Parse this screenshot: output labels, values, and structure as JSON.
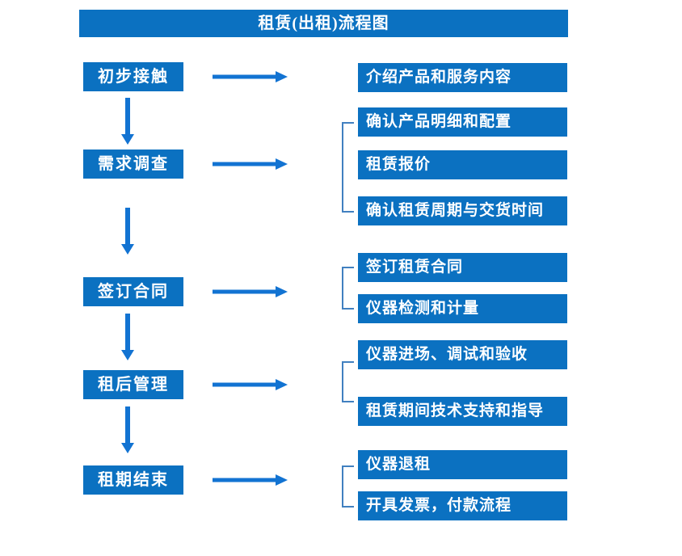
{
  "title": "租赁(出租)流程图",
  "colors": {
    "box_fill": "#0b71c1",
    "arrow": "#1273d2",
    "bracket": "#4180c0",
    "text": "#ffffff",
    "background": "#ffffff"
  },
  "stages": [
    {
      "label": "初步接触",
      "details": [
        "介绍产品和服务内容"
      ]
    },
    {
      "label": "需求调查",
      "details": [
        "确认产品明细和配置",
        "租赁报价",
        "确认租赁周期与交货时间"
      ]
    },
    {
      "label": "签订合同",
      "details": [
        "签订租赁合同",
        "仪器检测和计量"
      ]
    },
    {
      "label": "租后管理",
      "details": [
        "仪器进场、调试和验收",
        "租赁期间技术支持和指导"
      ]
    },
    {
      "label": "租期结束",
      "details": [
        "仪器退租",
        "开具发票，付款流程"
      ]
    }
  ]
}
